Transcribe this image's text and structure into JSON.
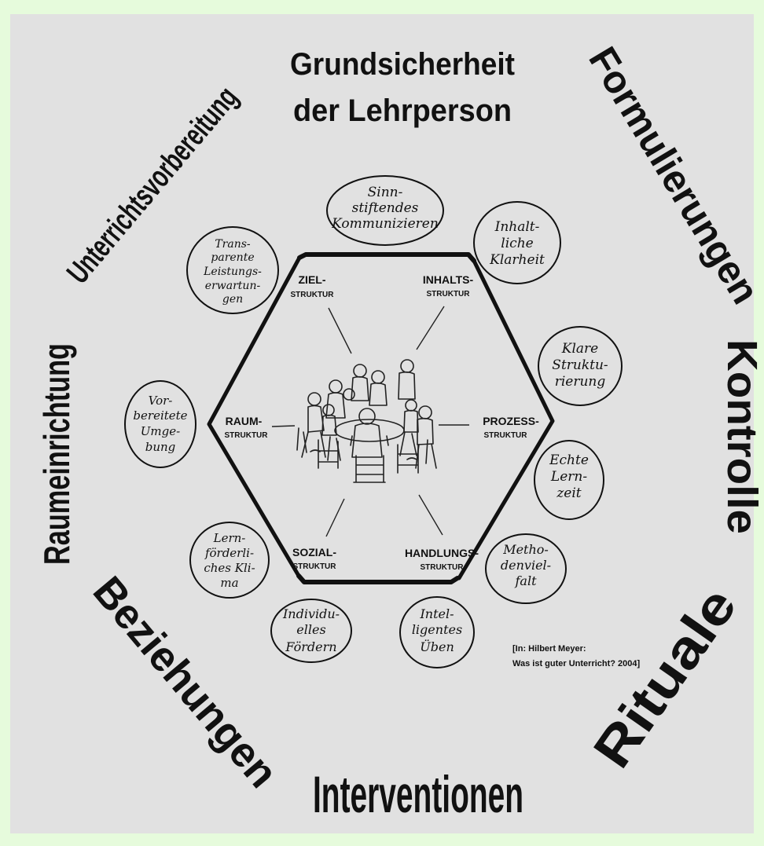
{
  "outer_labels": {
    "top_line1": "Grundsicherheit",
    "top_line2": "der Lehrperson",
    "formulierungen": "Formulierungen",
    "kontrolle": "Kontrolle",
    "rituale": "Rituale",
    "interventionen": "Interventionen",
    "beziehungen": "Beziehungen",
    "raumeinrichtung": "Raumeinrichtung",
    "unterrichtsvorbereitung": "Unterrichtsvorbereitung"
  },
  "structures": {
    "ziel": {
      "name": "ZIEL-",
      "sub": "STRUKTUR"
    },
    "inhalts": {
      "name": "INHALTS-",
      "sub": "STRUKTUR"
    },
    "prozess": {
      "name": "PROZESS-",
      "sub": "STRUKTUR"
    },
    "handlungs": {
      "name": "HANDLUNGS-",
      "sub": "STRUKTUR"
    },
    "sozial": {
      "name": "SOZIAL-",
      "sub": "STRUKTUR"
    },
    "raum": {
      "name": "RAUM-",
      "sub": "STRUKTUR"
    }
  },
  "criteria": {
    "sinnstiftendes": [
      "Sinn-",
      "stiftendes",
      "Kommunizieren"
    ],
    "inhaltliche": [
      "Inhalt-",
      "liche",
      "Klarheit"
    ],
    "klare": [
      "Klare",
      "Struktu-",
      "rierung"
    ],
    "lernzeit": [
      "Echte",
      "Lern-",
      "zeit"
    ],
    "methoden": [
      "Metho-",
      "denviel-",
      "falt"
    ],
    "ueben": [
      "Intel-",
      "ligentes",
      "Üben"
    ],
    "foerdern": [
      "Individu-",
      "elles",
      "Fördern"
    ],
    "klima": [
      "Lern-",
      "förderli-",
      "ches Kli-",
      "ma"
    ],
    "umgebung": [
      "Vor-",
      "bereitete",
      "Umge-",
      "bung"
    ],
    "transparente": [
      "Trans-",
      "parente",
      "Leistungs-",
      "erwartun-",
      "gen"
    ]
  },
  "citation": {
    "line1": "[In: Hilbert Meyer:",
    "line2": "Was ist guter Unterricht? 2004]"
  },
  "center_image": "classroom-sketch-icon"
}
